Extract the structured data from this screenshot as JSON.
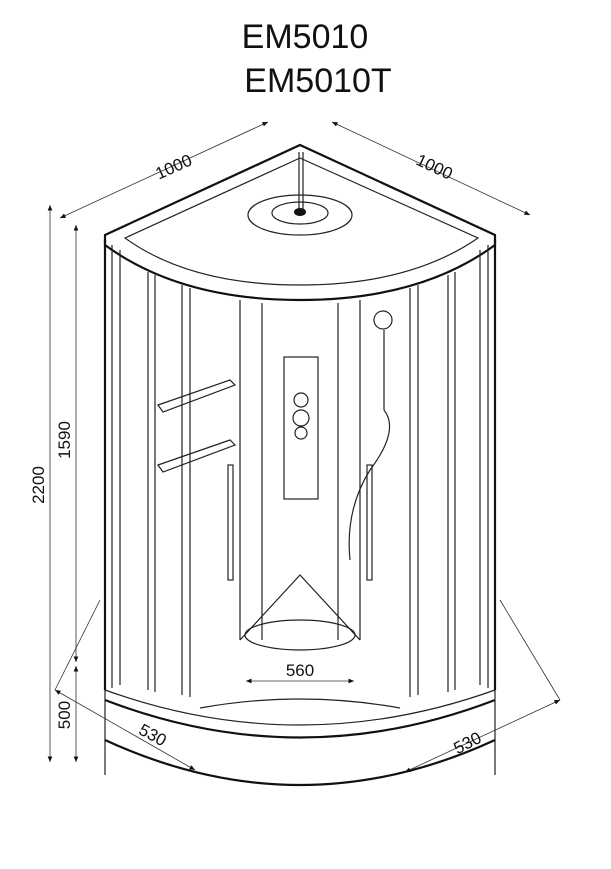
{
  "titles": [
    "EM5010",
    "EM5010T"
  ],
  "dimensions": {
    "top_left_width": "1000",
    "top_right_width": "1000",
    "total_height": "2200",
    "cabin_height": "1590",
    "tray_height": "500",
    "tray_left_depth": "530",
    "tray_right_depth": "530",
    "entrance_width": "560"
  }
}
